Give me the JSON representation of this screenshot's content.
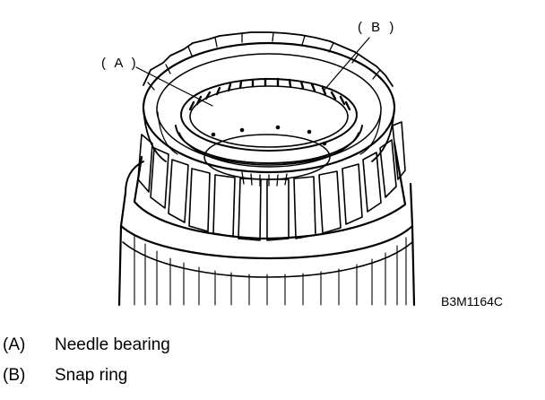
{
  "callouts": {
    "a": "( A )",
    "b": "( B )"
  },
  "figure_code": "B3M1164C",
  "legend": [
    {
      "key": "(A)",
      "label": "Needle bearing"
    },
    {
      "key": "(B)",
      "label": "Snap ring"
    }
  ]
}
